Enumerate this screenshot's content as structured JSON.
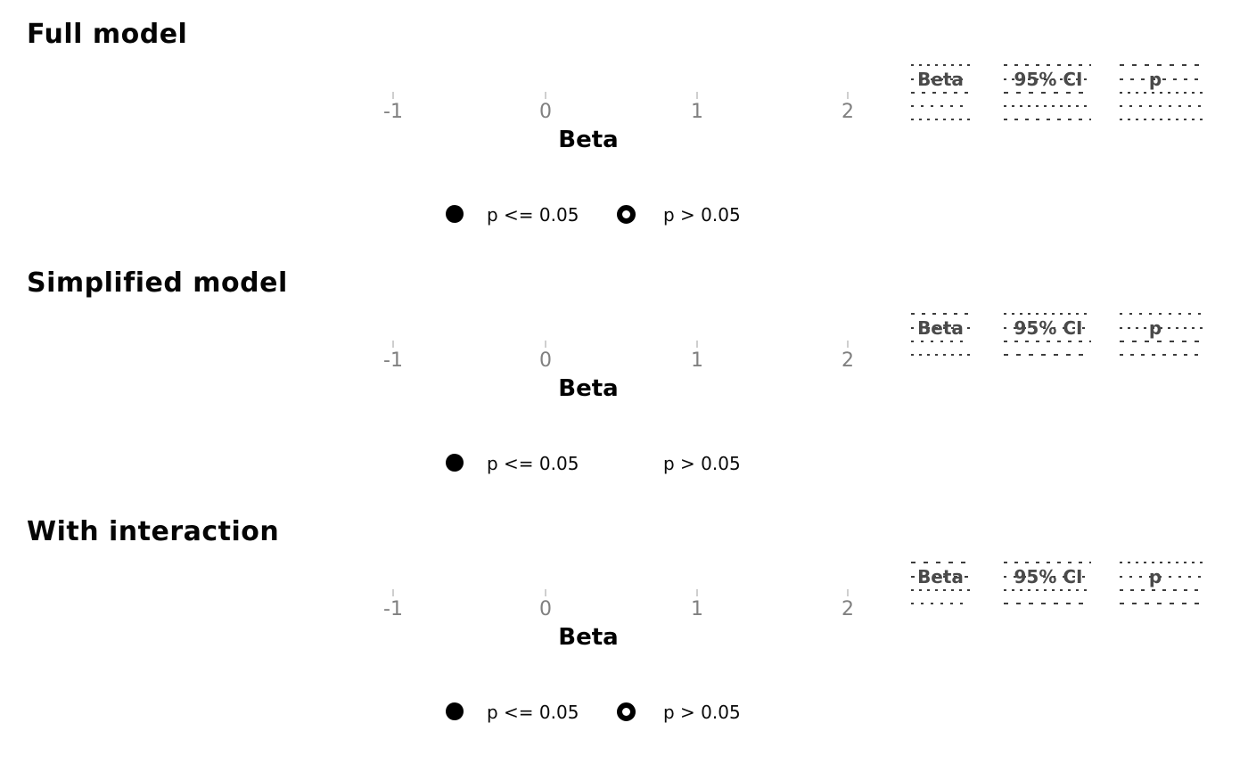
{
  "colors": {
    "background": "#ffffff",
    "panel_title": "#050505",
    "axis_tick_label": "#808080",
    "axis_tick_mark": "#cfcfcf",
    "table_header": "#4a4a4a",
    "marker": "#000000",
    "illegible_text_dots": "#3d3d3d"
  },
  "panels": [
    {
      "title": "Full model",
      "axis": {
        "title": "Beta",
        "ticks": [
          "-1",
          "0",
          "1",
          "2"
        ]
      },
      "legend": {
        "sig_label": "p <= 0.05",
        "nonsig_label": "p > 0.05",
        "nonsig_symbol_visible": true
      },
      "table": {
        "col_beta": "Beta",
        "col_ci": "95% CI",
        "col_p": "p"
      }
    },
    {
      "title": "Simplified model",
      "axis": {
        "title": "Beta",
        "ticks": [
          "-1",
          "0",
          "1",
          "2"
        ]
      },
      "legend": {
        "sig_label": "p <= 0.05",
        "nonsig_label": "p > 0.05",
        "nonsig_symbol_visible": false
      },
      "table": {
        "col_beta": "Beta",
        "col_ci": "95% CI",
        "col_p": "p"
      }
    },
    {
      "title": "With interaction",
      "axis": {
        "title": "Beta",
        "ticks": [
          "-1",
          "0",
          "1",
          "2"
        ]
      },
      "legend": {
        "sig_label": "p <= 0.05",
        "nonsig_label": "p > 0.05",
        "nonsig_symbol_visible": true
      },
      "table": {
        "col_beta": "Beta",
        "col_ci": "95% CI",
        "col_p": "p"
      }
    }
  ],
  "chart_data": [
    {
      "type": "scatter",
      "subtype": "forest-plot",
      "title": "Full model",
      "xlabel": "Beta",
      "x_ticks": [
        -1,
        0,
        1,
        2
      ],
      "xlim": [
        -1.45,
        2.2
      ],
      "series": [],
      "legend": [
        "p <= 0.05",
        "p > 0.05"
      ],
      "legend_markers": [
        "filled-circle",
        "open-circle"
      ],
      "legend_position": "bottom",
      "grid": false,
      "side_table_headers": [
        "Beta",
        "95% CI",
        "p"
      ],
      "note": "Plot panel is vertically collapsed; point estimates and side-table row values are rendered at sub-legible size (visible only as dotted marks)."
    },
    {
      "type": "scatter",
      "subtype": "forest-plot",
      "title": "Simplified model",
      "xlabel": "Beta",
      "x_ticks": [
        -1,
        0,
        1,
        2
      ],
      "xlim": [
        -1.45,
        2.2
      ],
      "series": [],
      "legend": [
        "p <= 0.05",
        "p > 0.05"
      ],
      "legend_markers": [
        "filled-circle",
        "none"
      ],
      "legend_position": "bottom",
      "grid": false,
      "side_table_headers": [
        "Beta",
        "95% CI",
        "p"
      ],
      "note": "Plot panel is vertically collapsed; point estimates and side-table row values are rendered at sub-legible size (visible only as dotted marks)."
    },
    {
      "type": "scatter",
      "subtype": "forest-plot",
      "title": "With interaction",
      "xlabel": "Beta",
      "x_ticks": [
        -1,
        0,
        1,
        2
      ],
      "xlim": [
        -1.45,
        2.2
      ],
      "series": [],
      "legend": [
        "p <= 0.05",
        "p > 0.05"
      ],
      "legend_markers": [
        "filled-circle",
        "open-circle"
      ],
      "legend_position": "bottom",
      "grid": false,
      "side_table_headers": [
        "Beta",
        "95% CI",
        "p"
      ],
      "note": "Plot panel is vertically collapsed; point estimates and side-table row values are rendered at sub-legible size (visible only as dotted marks)."
    }
  ]
}
